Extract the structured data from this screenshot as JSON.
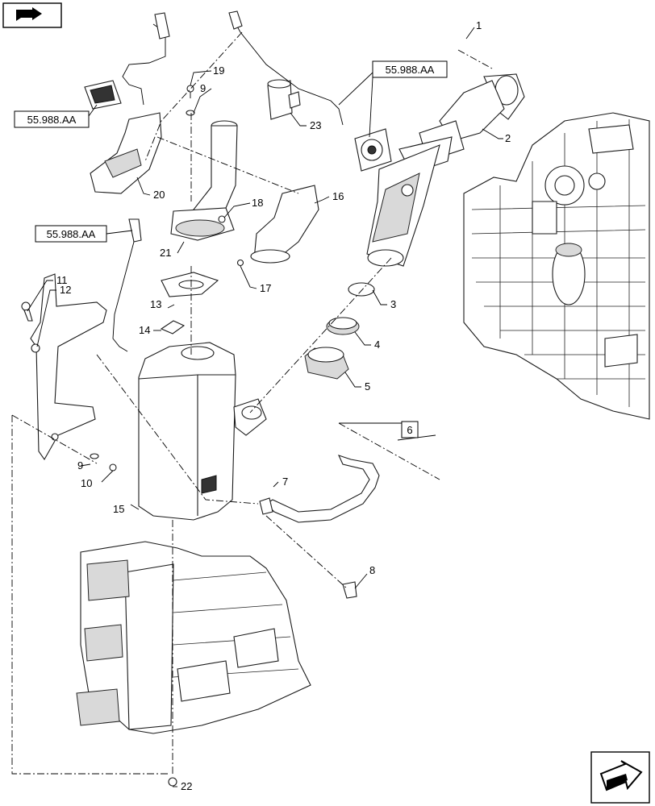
{
  "callouts": {
    "c1": "1",
    "c2": "2",
    "c3": "3",
    "c4": "4",
    "c5": "5",
    "c6": "6",
    "c7": "7",
    "c8": "8",
    "c9a": "9",
    "c9b": "9",
    "c10": "10",
    "c11": "11",
    "c12": "12",
    "c13": "13",
    "c14": "14",
    "c15": "15",
    "c16": "16",
    "c17": "17",
    "c18": "18",
    "c19": "19",
    "c20": "20",
    "c21": "21",
    "c22": "22",
    "c23": "23"
  },
  "refs": {
    "ref_a": "55.988.AA",
    "ref_b": "55.988.AA",
    "ref_c": "55.988.AA"
  },
  "icons": {
    "top_left": "back-arrow-icon",
    "bottom_right": "next-page-arrow-icon"
  }
}
